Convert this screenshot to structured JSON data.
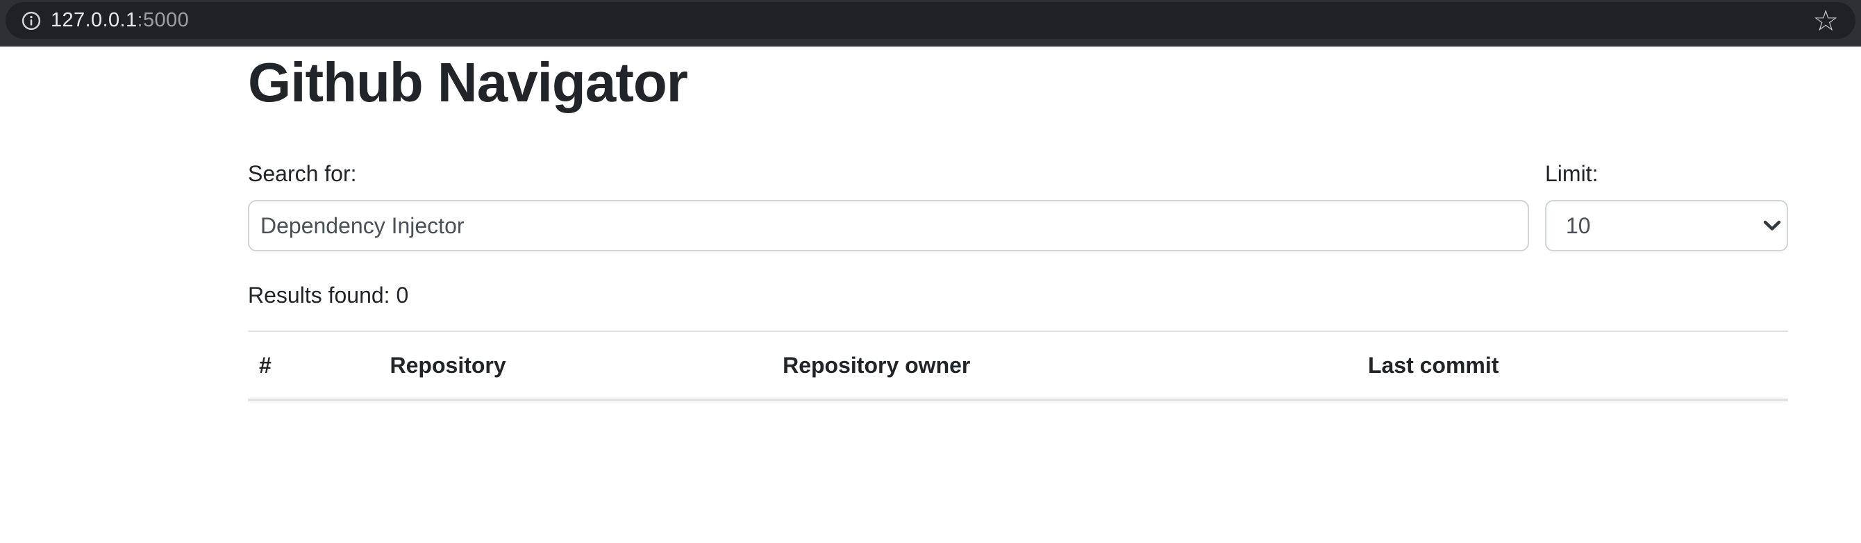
{
  "browser": {
    "url": {
      "host": "127.0.0.1",
      "port": ":5000"
    },
    "bookmark_star_glyph": "☆",
    "icons": {
      "left_of_url": "info-icon",
      "right_of_bar": "bookmark-star-icon"
    }
  },
  "page": {
    "title": "Github Navigator",
    "search": {
      "label": "Search for:",
      "value": "Dependency Injector"
    },
    "limit": {
      "label": "Limit:",
      "value": "10"
    },
    "results": {
      "label": "Results found:",
      "count": "0"
    },
    "table": {
      "headers": [
        "#",
        "Repository",
        "Repository owner",
        "Last commit"
      ],
      "rows": []
    }
  },
  "colors": {
    "page-text": "#212529",
    "input-text": "#495057",
    "input-border": "#ced4da",
    "table-border": "#dee2e6",
    "bar-bg": "#2e3035",
    "omnibox-bg": "#202124",
    "url-text": "#e8eaed",
    "url-muted": "#9aa0a6",
    "icon-gray": "#c9cccf",
    "chevron": "#343a40"
  }
}
